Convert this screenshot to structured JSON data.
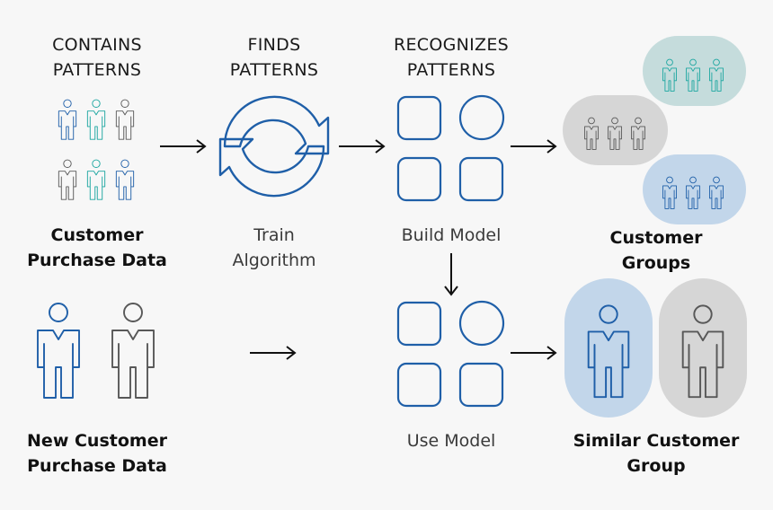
{
  "headers": {
    "contains": [
      "CONTAINS",
      "PATTERNS"
    ],
    "finds": [
      "FINDS",
      "PATTERNS"
    ],
    "recognizes": [
      "RECOGNIZES",
      "PATTERNS"
    ]
  },
  "labels": {
    "customer_purchase_data": [
      "Customer",
      "Purchase Data"
    ],
    "train_algorithm": [
      "Train",
      "Algorithm"
    ],
    "build_model": "Build Model",
    "customer_groups": [
      "Customer",
      "Groups"
    ],
    "new_customer_purchase_data": [
      "New Customer",
      "Purchase Data"
    ],
    "use_model": "Use Model",
    "similar_customer_group": [
      "Similar Customer",
      "Group"
    ]
  },
  "colors": {
    "blue": "#1f5fa8",
    "teal": "#1ba6a0",
    "gray": "#585858",
    "blue_bg": "#c2d6ea",
    "teal_bg": "#c5dcdc",
    "gray_bg": "#d6d6d6",
    "background": "#f7f7f7"
  },
  "icons": [
    "person-icon",
    "cycle-arrows-icon",
    "square-shape-icon",
    "circle-shape-icon",
    "arrow-right-icon",
    "arrow-down-icon"
  ]
}
